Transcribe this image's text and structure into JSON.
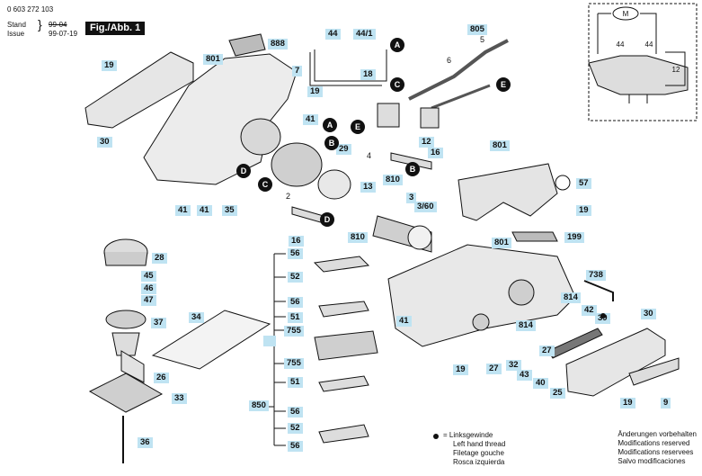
{
  "header": {
    "doc_number": "0 603 272 103",
    "stand_label": "Stand",
    "stand_old_date": "99-04",
    "issue_label": "Issue",
    "issue_date": "99-07-19",
    "figure_label": "Fig./Abb. 1"
  },
  "part_labels": [
    {
      "id": "19-a",
      "text": "19"
    },
    {
      "id": "801-a",
      "text": "801"
    },
    {
      "id": "888",
      "text": "888"
    },
    {
      "id": "44",
      "text": "44"
    },
    {
      "id": "44-1",
      "text": "44/1"
    },
    {
      "id": "805",
      "text": "805"
    },
    {
      "id": "5",
      "text": "5"
    },
    {
      "id": "6",
      "text": "6"
    },
    {
      "id": "7",
      "text": "7"
    },
    {
      "id": "19-b",
      "text": "19"
    },
    {
      "id": "18",
      "text": "18"
    },
    {
      "id": "41-a",
      "text": "41"
    },
    {
      "id": "30-a",
      "text": "30"
    },
    {
      "id": "29",
      "text": "29"
    },
    {
      "id": "12-a",
      "text": "12"
    },
    {
      "id": "4",
      "text": "4"
    },
    {
      "id": "16-a",
      "text": "16"
    },
    {
      "id": "801-b",
      "text": "801"
    },
    {
      "id": "57",
      "text": "57"
    },
    {
      "id": "19-c",
      "text": "19"
    },
    {
      "id": "810-a",
      "text": "810"
    },
    {
      "id": "13",
      "text": "13"
    },
    {
      "id": "3",
      "text": "3"
    },
    {
      "id": "3-60",
      "text": "3/60"
    },
    {
      "id": "41-b",
      "text": "41"
    },
    {
      "id": "41-c",
      "text": "41"
    },
    {
      "id": "35",
      "text": "35"
    },
    {
      "id": "2",
      "text": "2"
    },
    {
      "id": "810-b",
      "text": "810"
    },
    {
      "id": "16-b",
      "text": "16"
    },
    {
      "id": "801-c",
      "text": "801"
    },
    {
      "id": "199",
      "text": "199"
    },
    {
      "id": "28",
      "text": "28"
    },
    {
      "id": "56-a",
      "text": "56"
    },
    {
      "id": "52-a",
      "text": "52"
    },
    {
      "id": "45",
      "text": "45"
    },
    {
      "id": "46",
      "text": "46"
    },
    {
      "id": "47",
      "text": "47"
    },
    {
      "id": "56-b",
      "text": "56"
    },
    {
      "id": "51-a",
      "text": "51"
    },
    {
      "id": "34",
      "text": "34"
    },
    {
      "id": "37",
      "text": "37"
    },
    {
      "id": "755-a",
      "text": "755"
    },
    {
      "id": "755-b",
      "text": "755"
    },
    {
      "id": "26",
      "text": "26"
    },
    {
      "id": "51-b",
      "text": "51"
    },
    {
      "id": "33",
      "text": "33"
    },
    {
      "id": "850",
      "text": "850"
    },
    {
      "id": "56-c",
      "text": "56"
    },
    {
      "id": "52-b",
      "text": "52"
    },
    {
      "id": "56-d",
      "text": "56"
    },
    {
      "id": "36",
      "text": "36"
    },
    {
      "id": "738",
      "text": "738"
    },
    {
      "id": "814-a",
      "text": "814"
    },
    {
      "id": "42",
      "text": "42"
    },
    {
      "id": "39",
      "text": "39"
    },
    {
      "id": "30-b",
      "text": "30"
    },
    {
      "id": "41-d",
      "text": "41"
    },
    {
      "id": "814-b",
      "text": "814"
    },
    {
      "id": "19-d",
      "text": "19"
    },
    {
      "id": "27-a",
      "text": "27"
    },
    {
      "id": "27-b",
      "text": "27"
    },
    {
      "id": "32",
      "text": "32"
    },
    {
      "id": "43",
      "text": "43"
    },
    {
      "id": "40",
      "text": "40"
    },
    {
      "id": "25",
      "text": "25"
    },
    {
      "id": "19-e",
      "text": "19"
    },
    {
      "id": "9",
      "text": "9"
    }
  ],
  "connectors": [
    {
      "id": "A1",
      "text": "A"
    },
    {
      "id": "C1",
      "text": "C"
    },
    {
      "id": "A2",
      "text": "A"
    },
    {
      "id": "B1",
      "text": "B"
    },
    {
      "id": "E1",
      "text": "E"
    },
    {
      "id": "E2",
      "text": "E"
    },
    {
      "id": "D1",
      "text": "D"
    },
    {
      "id": "C2",
      "text": "C"
    },
    {
      "id": "B2",
      "text": "B"
    },
    {
      "id": "D2",
      "text": "D"
    }
  ],
  "schematic": {
    "motor_label": "M",
    "wire_left": "44",
    "wire_right": "44",
    "switch_label": "12"
  },
  "legend": {
    "lines": [
      "= Linksgewinde",
      "Left hand thread",
      "Filetage gouche",
      "Rosca izquierda"
    ]
  },
  "modifications": {
    "lines": [
      "Änderungen vorbehalten",
      "Modifications reserved",
      "Modifications reservees",
      "Salvo modificaciones"
    ]
  },
  "colors": {
    "label_bg": "#bfe3f2",
    "ink": "#111111",
    "part_gray": "#cfcfcf"
  }
}
